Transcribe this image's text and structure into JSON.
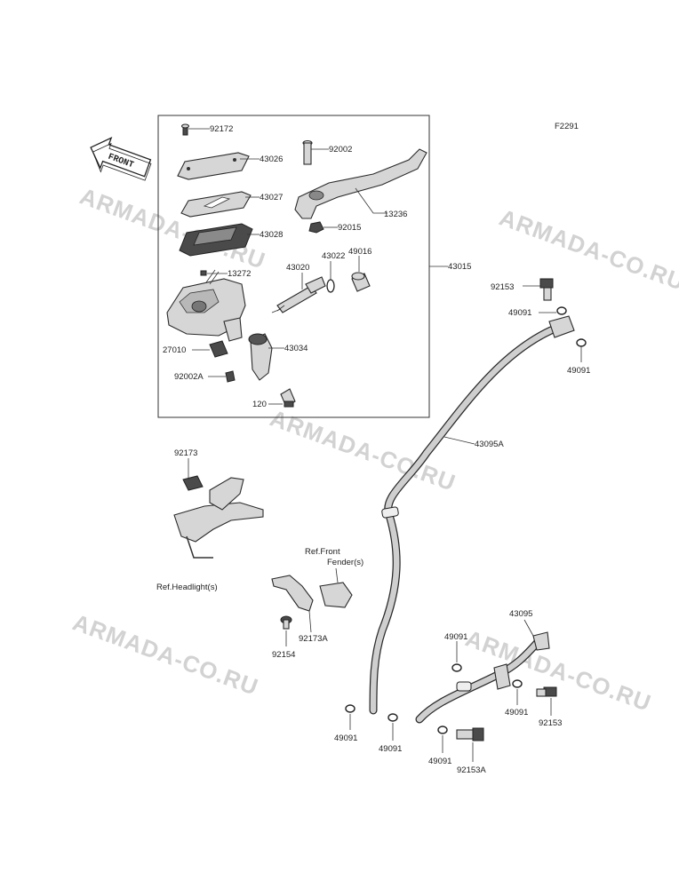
{
  "figure_code": "F2291",
  "front_label": "FRONT",
  "watermark": "ARMADA-CO.RU",
  "parts": {
    "p92172": "92172",
    "p43026": "43026",
    "p43027": "43027",
    "p43028": "43028",
    "p13272": "13272",
    "p43020": "43020",
    "p43022": "43022",
    "p49016": "49016",
    "p27010": "27010",
    "p43034": "43034",
    "p92002A": "92002A",
    "p120": "120",
    "p92002": "92002",
    "p13236": "13236",
    "p92015": "92015",
    "p43015": "43015",
    "p92153_top": "92153",
    "p49091_a": "49091",
    "p49091_b": "49091",
    "p43095A": "43095A",
    "p92173": "92173",
    "ref_headlight": "Ref.Headlight(s)",
    "ref_front_1": "Ref.Front",
    "ref_front_2": "Fender(s)",
    "p92173A": "92173A",
    "p92154": "92154",
    "p43095": "43095",
    "p49091_c": "49091",
    "p49091_d": "49091",
    "p92153_r": "92153",
    "p49091_e": "49091",
    "p49091_f": "49091",
    "p49091_g": "49091",
    "p92153A": "92153A"
  }
}
